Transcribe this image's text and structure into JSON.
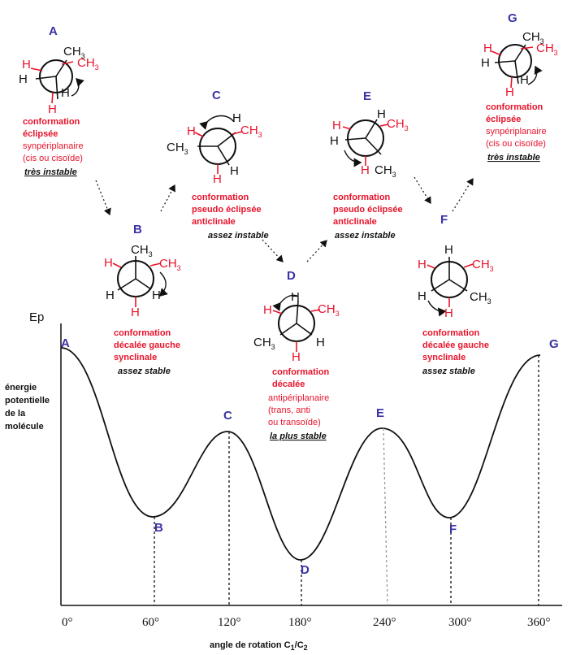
{
  "colors": {
    "label": "#3a33a6",
    "red": "#e8132b",
    "ink": "#111111"
  },
  "axis": {
    "y_title": "Ep",
    "y_desc": [
      "énergie",
      "potentielle",
      "de la",
      "molécule"
    ],
    "x_ticks": [
      "0°",
      "60°",
      "120°",
      "180°",
      "240°",
      "300°",
      "360°"
    ],
    "x_title": "angle de rotation C",
    "x_title_sub1": "1",
    "x_title_mid": "/C",
    "x_title_sub2": "2"
  },
  "curve_points": [
    "A",
    "B",
    "C",
    "D",
    "E",
    "F",
    "G"
  ],
  "conformations": {
    "A": {
      "label": "A",
      "lines": [
        "conformation",
        "éclipsée",
        "synpériplanaire",
        "(cis ou cisoïde)"
      ],
      "note": "très instable",
      "atoms": {
        "ch3_top": "CH",
        "ch3_top_sub": "3",
        "ch3_red": "CH",
        "ch3_red_sub": "3",
        "h_red_left": "H",
        "h_black_left": "H",
        "h_red_bottom": "H",
        "h_black_bottom": "H"
      }
    },
    "B": {
      "label": "B",
      "lines": [
        "conformation",
        "décalée gauche",
        "synclinale"
      ],
      "note": "assez stable",
      "atoms": {
        "ch3_top": "CH",
        "ch3_top_sub": "3",
        "ch3_red": "CH",
        "ch3_red_sub": "3",
        "h_red_left": "H",
        "h_black_left": "H",
        "h_black_right": "H",
        "h_red_bottom": "H"
      }
    },
    "C": {
      "label": "C",
      "lines": [
        "conformation",
        "pseudo éclipsée",
        "anticlinale"
      ],
      "note": "assez instable",
      "atoms": {
        "ch3_red": "CH",
        "ch3_red_sub": "3",
        "ch3_black": "CH",
        "ch3_black_sub": "3",
        "h_red_left": "H",
        "h_black_top": "H",
        "h_red_bottom": "H",
        "h_black_bottom": "H"
      }
    },
    "D": {
      "label": "D",
      "lines": [
        "conformation",
        "décalée"
      ],
      "lines2": [
        "antipériplanaire",
        "(trans, anti",
        "ou transoïde)"
      ],
      "note": "la plus stable",
      "atoms": {
        "ch3_red": "CH",
        "ch3_red_sub": "3",
        "ch3_black": "CH",
        "ch3_black_sub": "3",
        "h_red_left": "H",
        "h_black_top": "H",
        "h_black_right": "H",
        "h_red_bottom": "H"
      }
    },
    "E": {
      "label": "E",
      "lines": [
        "conformation",
        "pseudo éclipsée",
        "anticlinale"
      ],
      "note": "assez instable",
      "atoms": {
        "ch3_red": "CH",
        "ch3_red_sub": "3",
        "ch3_black": "CH",
        "ch3_black_sub": "3",
        "h_red_left": "H",
        "h_black_left": "H",
        "h_black_top": "H",
        "h_red_bottom": "H"
      }
    },
    "F": {
      "label": "F",
      "lines": [
        "conformation",
        "décalée gauche",
        "synclinale"
      ],
      "note": "assez stable",
      "atoms": {
        "ch3_red": "CH",
        "ch3_red_sub": "3",
        "ch3_black": "CH",
        "ch3_black_sub": "3",
        "h_red_left": "H",
        "h_black_left": "H",
        "h_black_top": "H",
        "h_red_bottom": "H"
      }
    },
    "G": {
      "label": "G",
      "lines": [
        "conformation",
        "éclipsée",
        "synpériplanaire",
        "(cis ou cisoïde)"
      ],
      "note": "très instable",
      "atoms": {
        "ch3_top": "CH",
        "ch3_top_sub": "3",
        "ch3_red": "CH",
        "ch3_red_sub": "3",
        "h_red_left": "H",
        "h_black_left": "H",
        "h_red_bottom": "H",
        "h_black_bottom": "H"
      }
    }
  }
}
